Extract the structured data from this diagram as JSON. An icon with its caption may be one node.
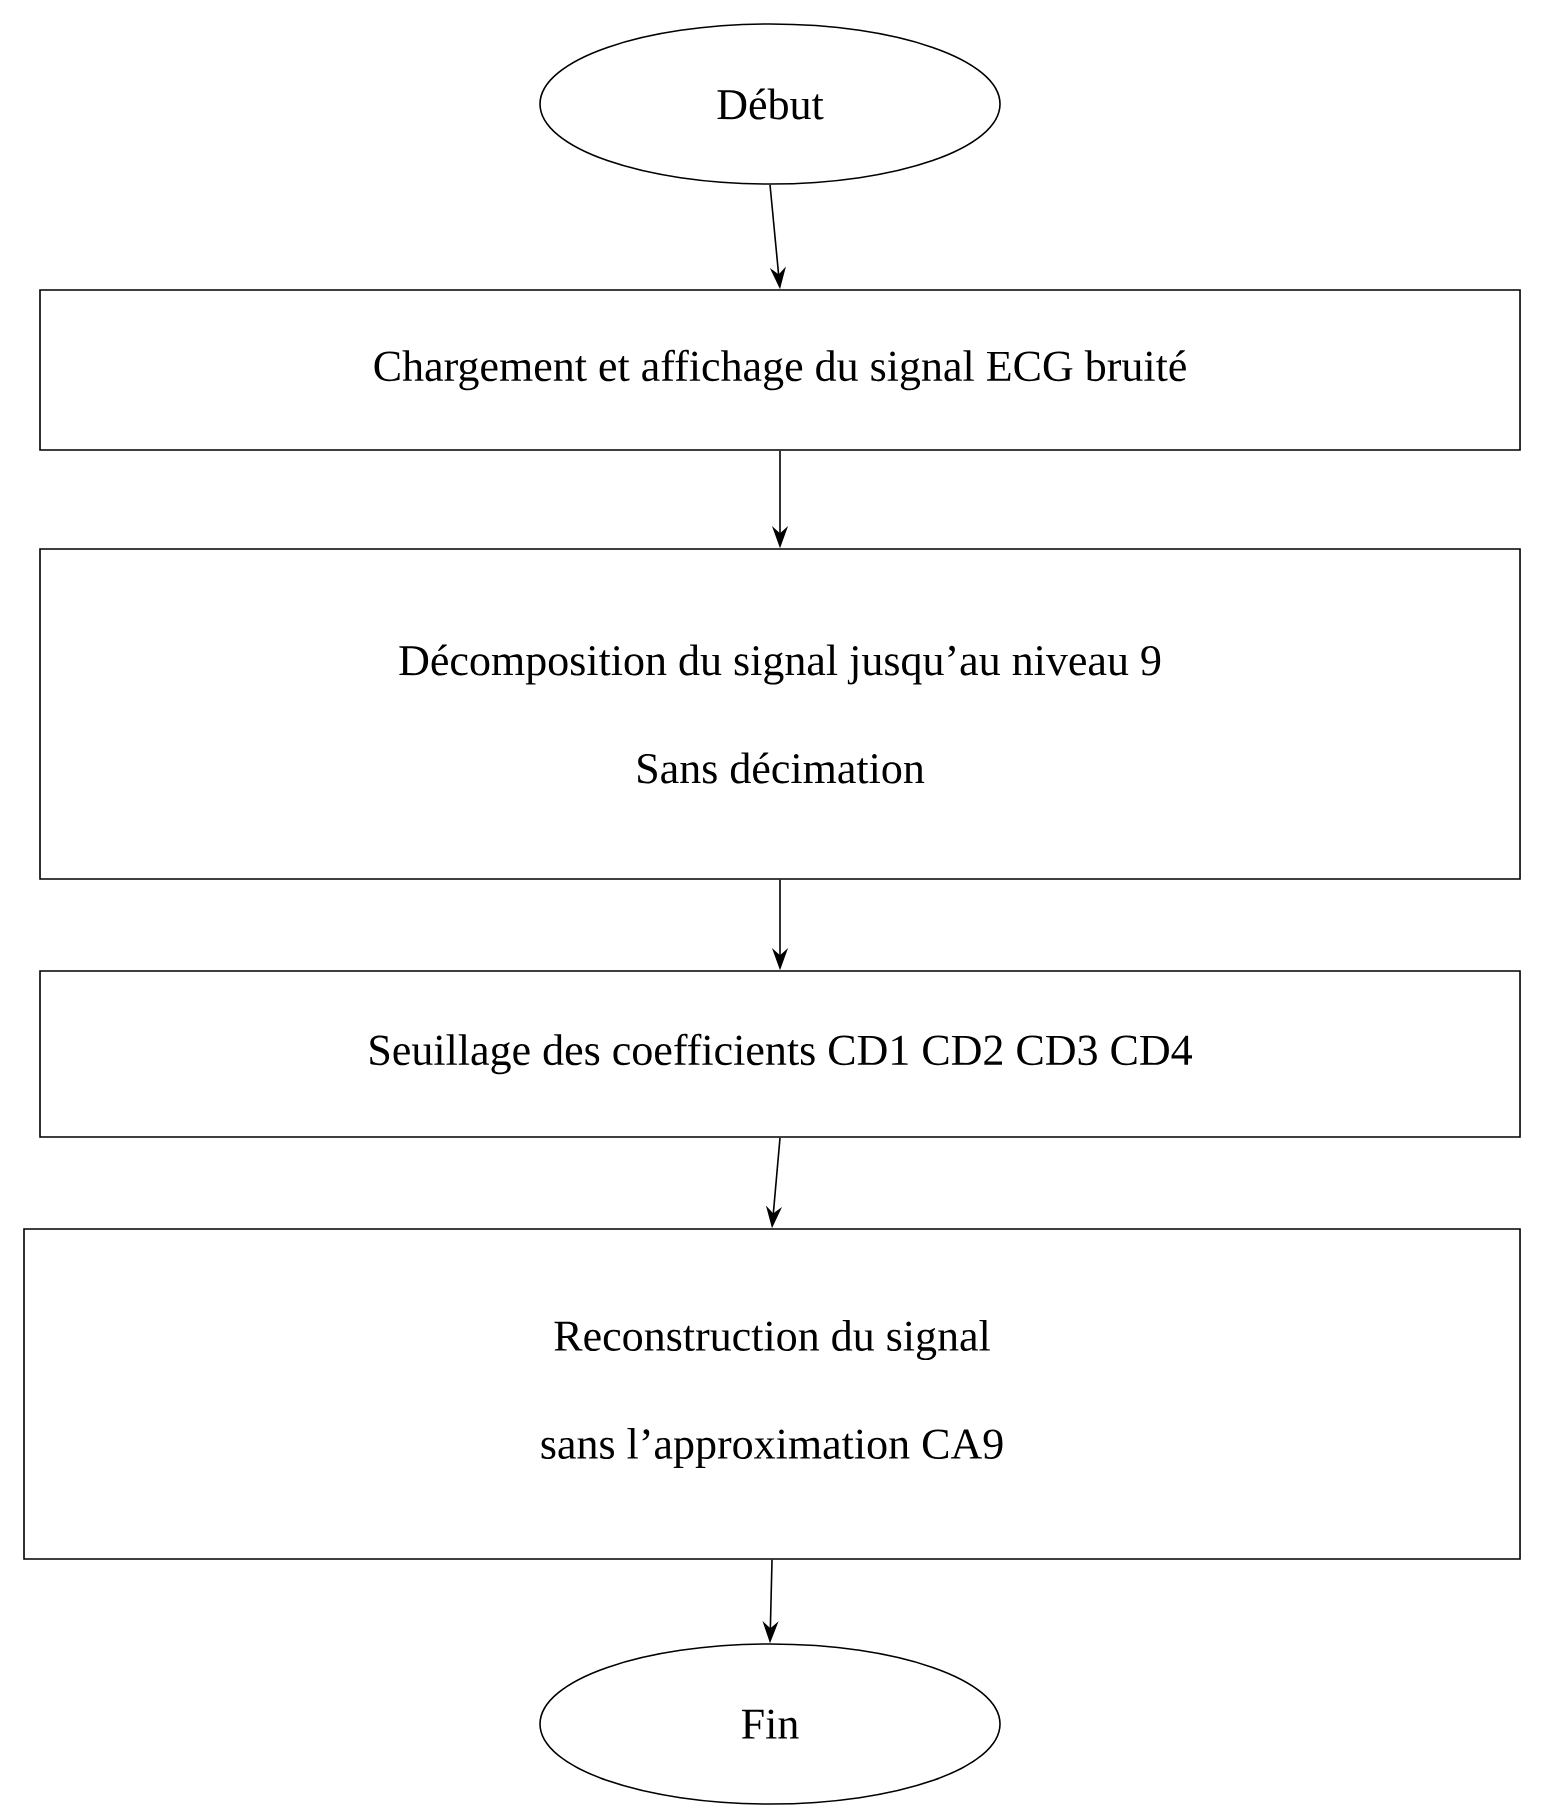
{
  "diagram": {
    "nodes": [
      {
        "text": [
          "Début"
        ]
      },
      {
        "text": [
          "Chargement et affichage du signal ECG bruité"
        ]
      },
      {
        "text": [
          "Décomposition du signal jusqu’au niveau 9",
          "Sans décimation"
        ]
      },
      {
        "text": [
          "Seuillage des coefficients CD1 CD2 CD3 CD4"
        ]
      },
      {
        "text": [
          "Reconstruction du signal",
          "sans l’approximation CA9"
        ]
      },
      {
        "text": [
          "Fin"
        ]
      }
    ],
    "edges": [
      {
        "from": 0,
        "to": 1,
        "arrow": "to"
      },
      {
        "from": 1,
        "to": 2,
        "arrow": "to"
      },
      {
        "from": 2,
        "to": 3,
        "arrow": "to"
      },
      {
        "from": 3,
        "to": 4,
        "arrow": "to"
      },
      {
        "from": 4,
        "to": 5,
        "arrow": "to"
      }
    ]
  }
}
